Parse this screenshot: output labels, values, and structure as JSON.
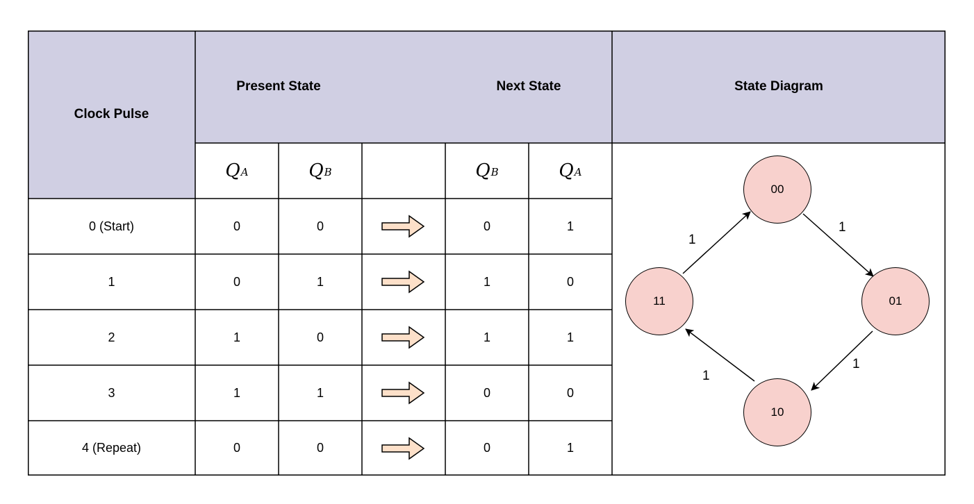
{
  "header": {
    "clock_pulse": "Clock Pulse",
    "present_state": "Present State",
    "next_state": "Next State",
    "state_diagram": "State Diagram"
  },
  "subheader": {
    "present_qa": {
      "base": "Q",
      "sub": "A"
    },
    "present_qb": {
      "base": "Q",
      "sub": "B"
    },
    "next_qb": {
      "base": "Q",
      "sub": "B"
    },
    "next_qa": {
      "base": "Q",
      "sub": "A"
    }
  },
  "rows": [
    {
      "clock": "0 (Start)",
      "qa": "0",
      "qb": "0",
      "next_qb": "0",
      "next_qa": "1"
    },
    {
      "clock": "1",
      "qa": "0",
      "qb": "1",
      "next_qb": "1",
      "next_qa": "0"
    },
    {
      "clock": "2",
      "qa": "1",
      "qb": "0",
      "next_qb": "1",
      "next_qa": "1"
    },
    {
      "clock": "3",
      "qa": "1",
      "qb": "1",
      "next_qb": "0",
      "next_qa": "0"
    },
    {
      "clock": "4 (Repeat)",
      "qa": "0",
      "qb": "0",
      "next_qb": "0",
      "next_qa": "1"
    }
  ],
  "diagram": {
    "states": [
      "00",
      "01",
      "10",
      "11"
    ],
    "transitions": [
      {
        "from": "00",
        "to": "01",
        "label": "1"
      },
      {
        "from": "01",
        "to": "10",
        "label": "1"
      },
      {
        "from": "10",
        "to": "11",
        "label": "1"
      },
      {
        "from": "11",
        "to": "00",
        "label": "1"
      }
    ]
  },
  "colors": {
    "header_bg": "#d0cfe3",
    "node_fill": "#f8d1cd",
    "arrow_fill": "#fde0c9"
  },
  "icons": {
    "transition_arrow": "right-arrow-icon"
  }
}
